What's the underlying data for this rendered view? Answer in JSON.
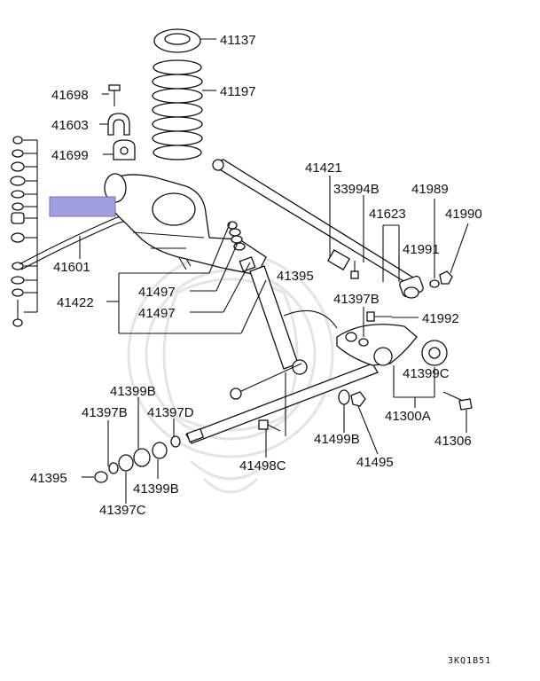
{
  "diagram": {
    "code": "3KQ1B51",
    "highlight_color": "#9f9fe2",
    "labels": {
      "p41137": "41137",
      "p41197": "41197",
      "p41698": "41698",
      "p41603": "41603",
      "p41699": "41699",
      "p41421": "41421",
      "p33994b": "33994B",
      "p41989": "41989",
      "p41990": "41990",
      "p41623": "41623",
      "p41991": "41991",
      "p41601": "41601",
      "p41395_top": "41395",
      "p41422": "41422",
      "p41497_a": "41497",
      "p41497_b": "41497",
      "p41397b_top": "41397B",
      "p41992": "41992",
      "p41399c": "41399C",
      "p41399b_top": "41399B",
      "p41397b_left": "41397B",
      "p41397d": "41397D",
      "p41300a": "41300A",
      "p41499b": "41499B",
      "p41306": "41306",
      "p41495": "41495",
      "p41498c": "41498C",
      "p41395_bottom": "41395",
      "p41399b_bottom": "41399B",
      "p41397c": "41397C"
    }
  }
}
